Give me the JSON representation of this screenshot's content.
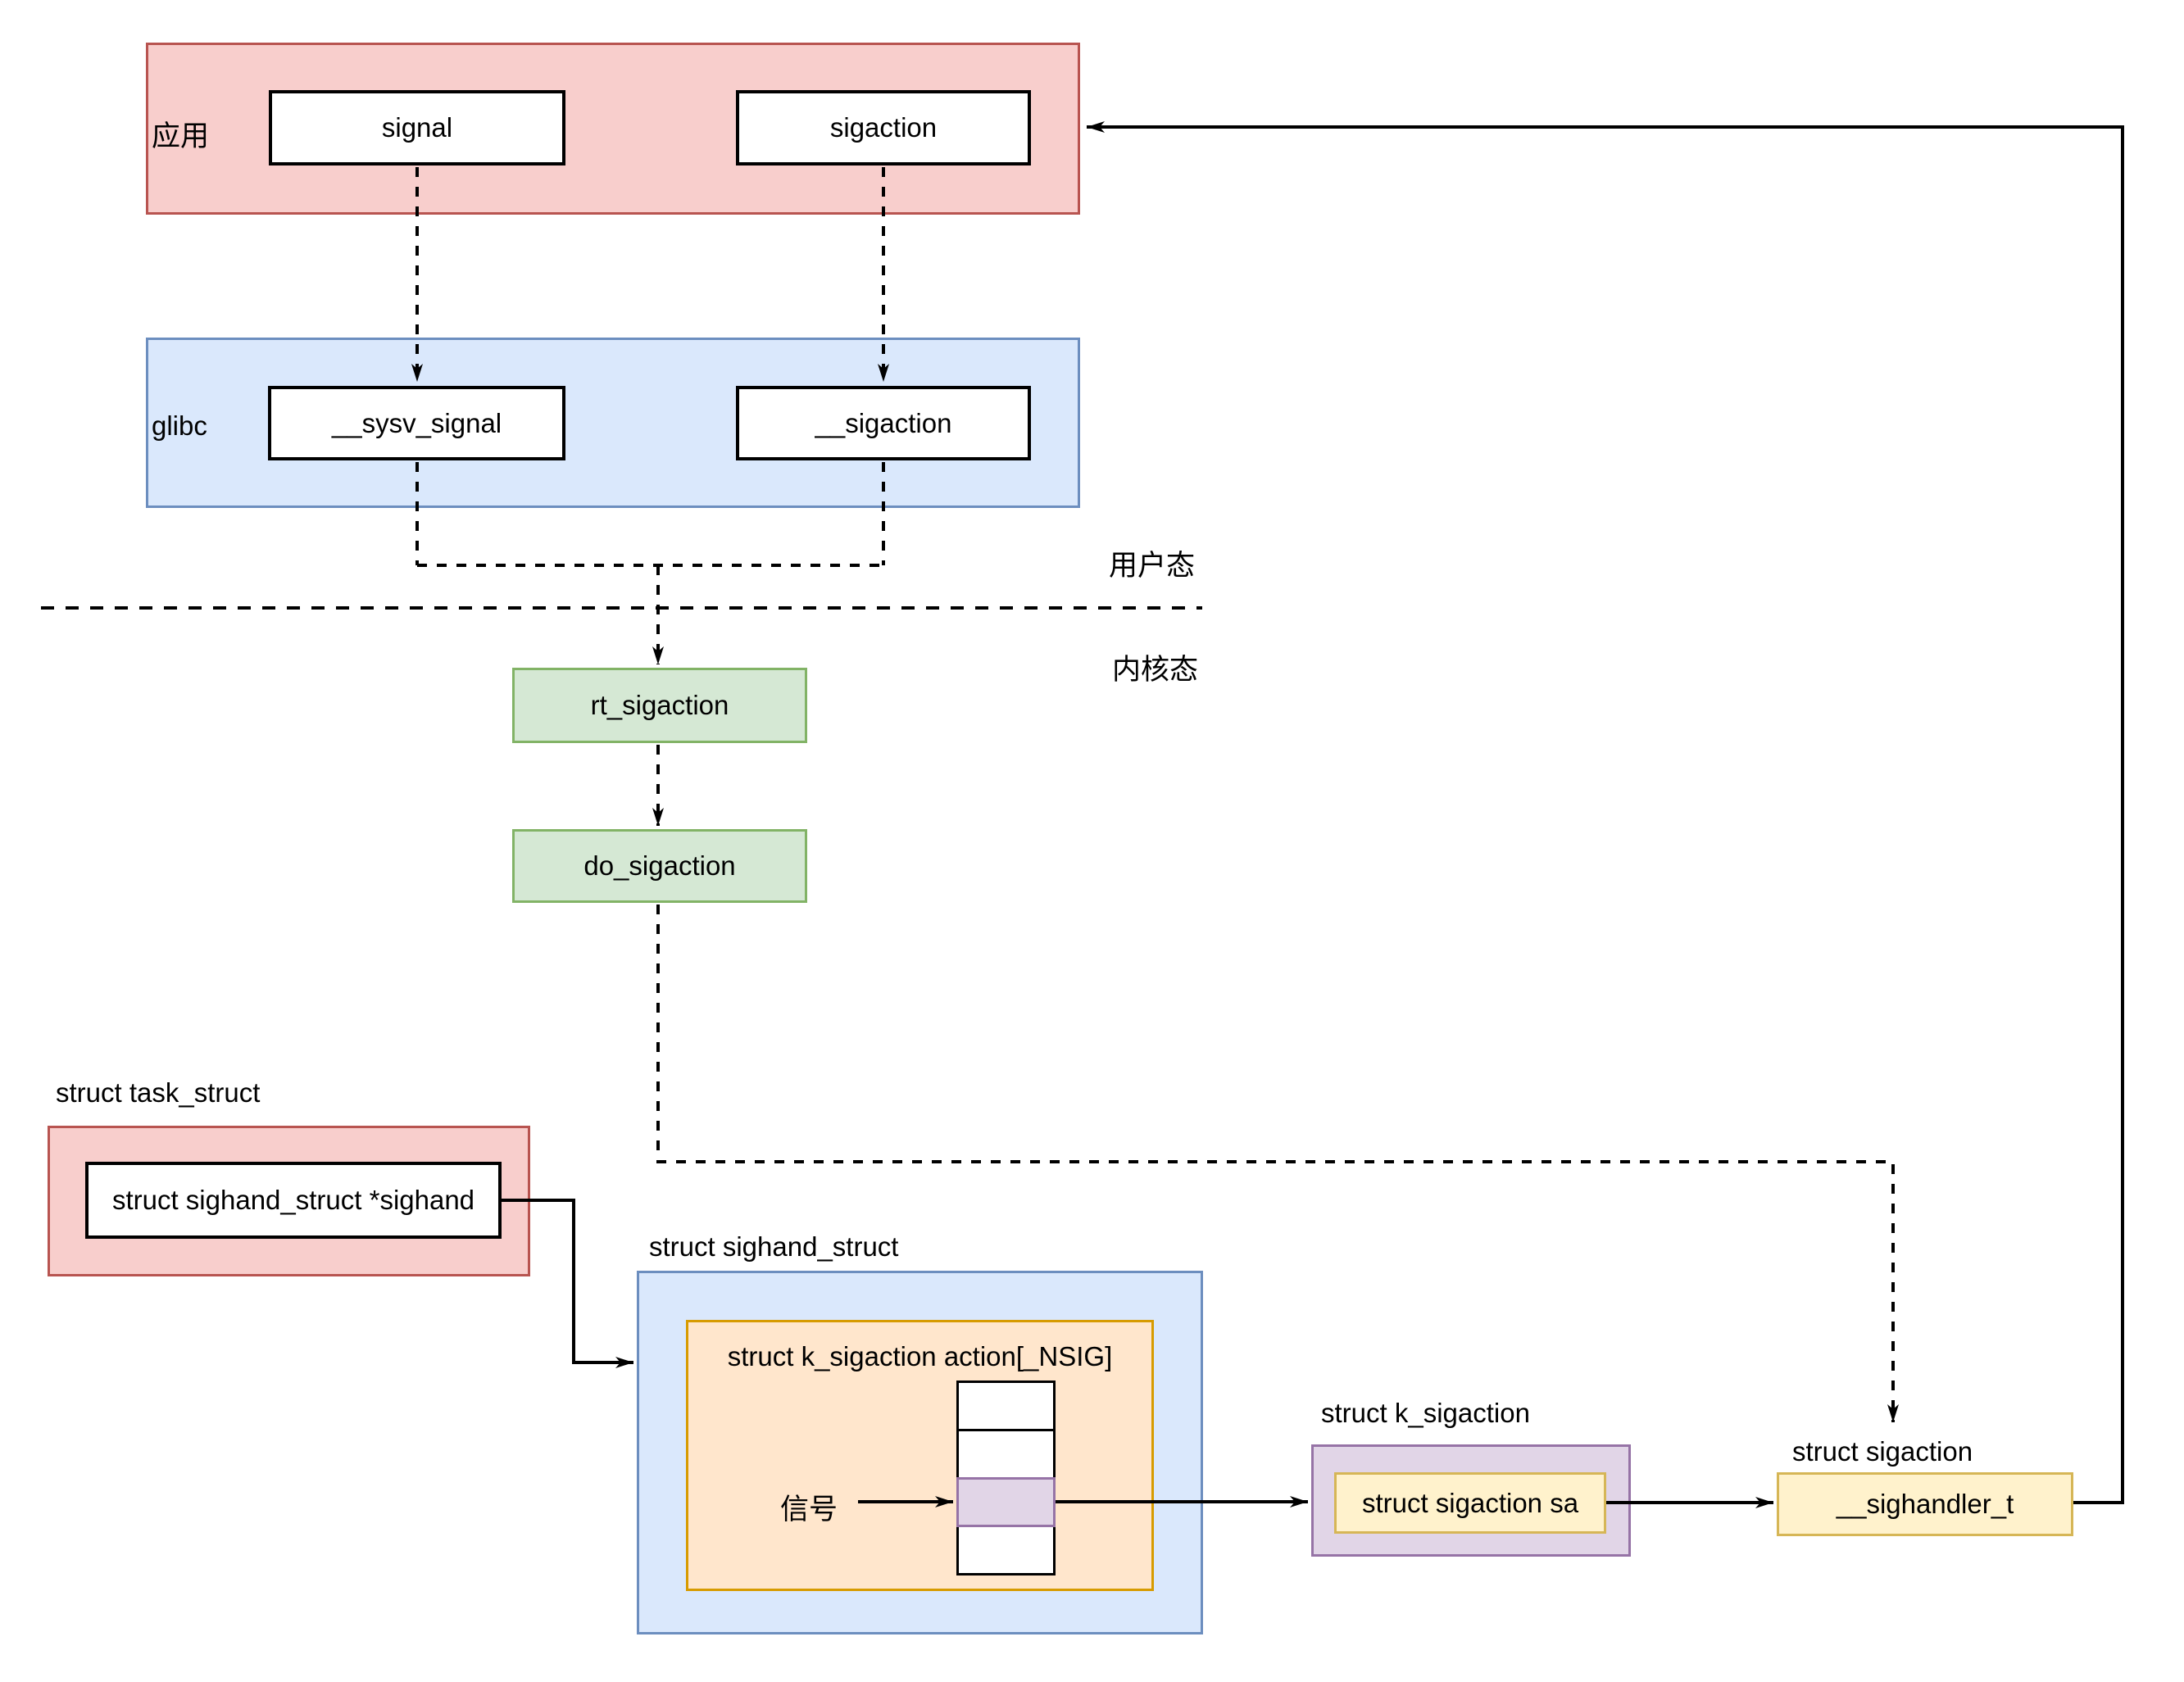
{
  "colors": {
    "red_fill": "#f8cecc",
    "red_stroke": "#b85450",
    "blue_fill": "#dae8fc",
    "blue_stroke": "#6c8ebf",
    "green_fill": "#d5e8d4",
    "green_stroke": "#82b366",
    "orange_fill": "#ffe6cc",
    "orange_stroke": "#d79b00",
    "purple_fill": "#e1d5e7",
    "purple_stroke": "#9673a6",
    "yellow_fill": "#fff2cc",
    "yellow_stroke": "#d6b656",
    "line": "#000000"
  },
  "app_layer": {
    "label": "应用",
    "signal_box": "signal",
    "sigaction_box": "sigaction"
  },
  "glibc_layer": {
    "label": "glibc",
    "sysv_signal_box": "__sysv_signal",
    "sigaction_box": "__sigaction"
  },
  "modes": {
    "user": "用户态",
    "kernel": "内核态"
  },
  "kernel_layer": {
    "rt_sigaction_box": "rt_sigaction",
    "do_sigaction_box": "do_sigaction"
  },
  "task_struct": {
    "title": "struct task_struct",
    "sighand_field": "struct sighand_struct *sighand"
  },
  "sighand_struct": {
    "title": "struct sighand_struct",
    "array_label": "struct k_sigaction action[_NSIG]",
    "signal_pointer_label": "信号",
    "array_cells": {
      "count": 4,
      "highlighted_index": 2
    }
  },
  "k_sigaction": {
    "title": "struct k_sigaction",
    "sa_field": "struct sigaction sa"
  },
  "sigaction_struct": {
    "title": "struct sigaction",
    "handler_field": "__sighandler_t"
  }
}
